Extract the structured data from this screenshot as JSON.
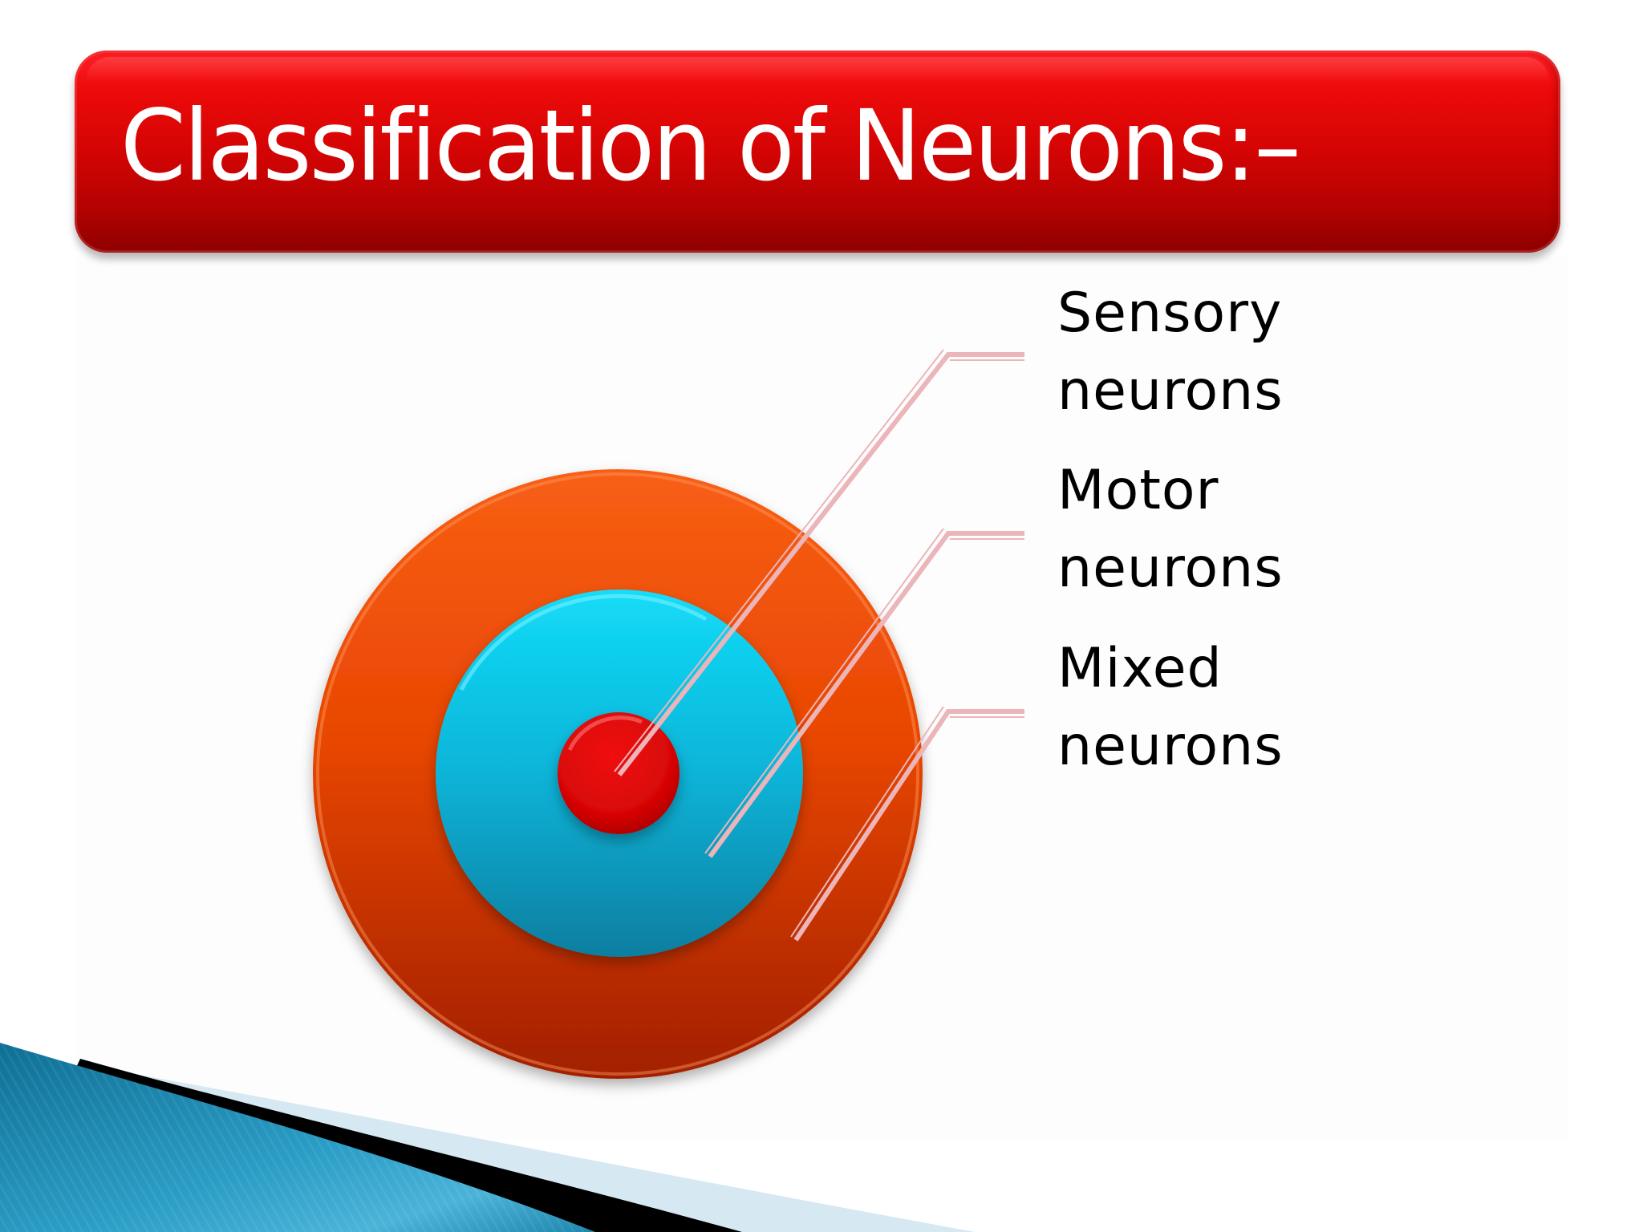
{
  "slide": {
    "title": "Classification of Neurons:–",
    "colors": {
      "title_bar_top": "#ff1f26",
      "title_bar_bottom": "#8e0000",
      "title_text": "#ffffff",
      "outer_ring": "#f24d05",
      "outer_ring_dark": "#a52100",
      "middle_ring": "#10d0f0",
      "middle_ring_dark": "#0a7fa0",
      "center_dot": "#e00808",
      "leader_line": "#ebb5ba",
      "swoosh_blue": "#1b8ab0",
      "swoosh_black": "#000000",
      "swoosh_light": "#d6e8f2"
    }
  },
  "diagram": {
    "type": "target-concentric",
    "rings": [
      {
        "name": "center",
        "label_ref": "sensory"
      },
      {
        "name": "middle",
        "label_ref": "motor"
      },
      {
        "name": "outer",
        "label_ref": "mixed"
      }
    ],
    "labels": {
      "sensory": {
        "line1": "Sensory",
        "line2": "neurons"
      },
      "motor": {
        "line1": "Motor",
        "line2": "neurons"
      },
      "mixed": {
        "line1": "Mixed",
        "line2": "neurons"
      }
    }
  }
}
